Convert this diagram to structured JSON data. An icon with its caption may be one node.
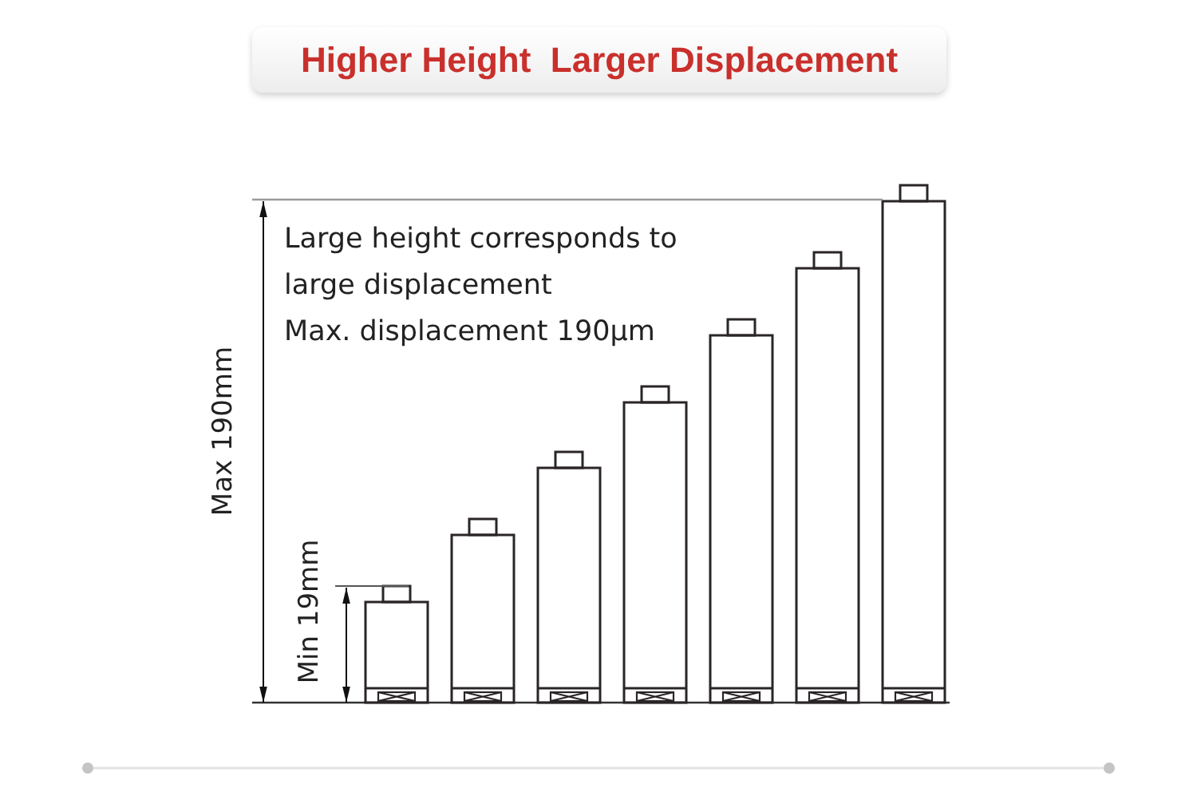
{
  "diagram": {
    "title": "Higher Height  Larger Displacement",
    "labels": [
      "Large height corresponds to large displacement",
      "Max. displacement 190μm",
      "Max 190mm",
      "Min 19mm"
    ]
  }
}
